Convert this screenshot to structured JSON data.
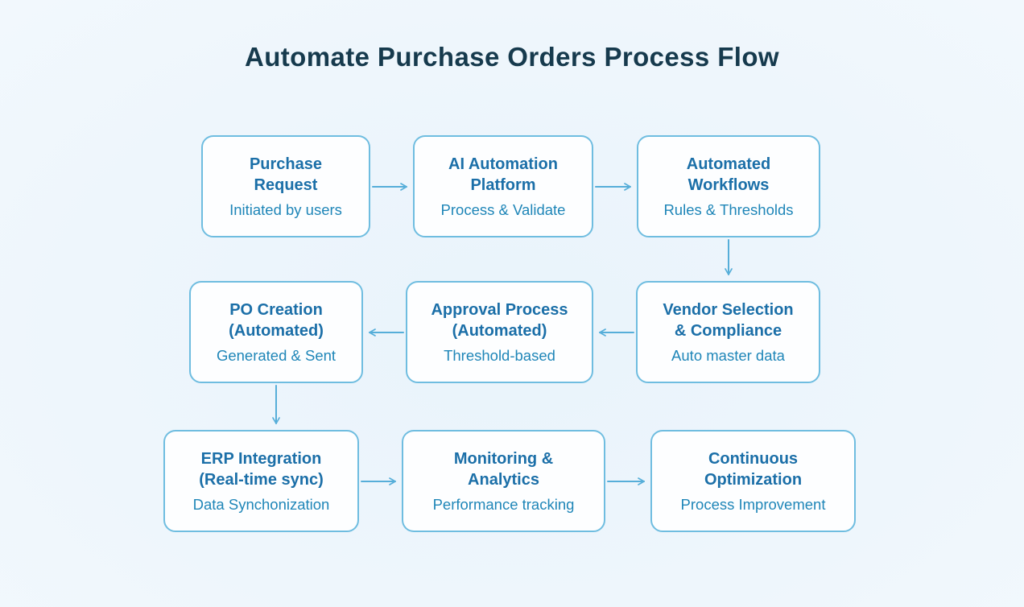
{
  "title": "Automate Purchase Orders Process Flow",
  "colors": {
    "background": "#EEF6FC",
    "box_fill": "#FDFEFF",
    "box_border": "#6FBDE0",
    "arrow": "#56AED9",
    "node_title_text": "#1B6FA8",
    "node_subtitle_text": "#1F86B8",
    "heading_text": "#163A4D"
  },
  "nodes": [
    {
      "id": "purchase-request",
      "title": "Purchase Request",
      "subtitle": "Initiated by users"
    },
    {
      "id": "ai-automation-platform",
      "title": "AI Automation Platform",
      "subtitle": "Process & Validate"
    },
    {
      "id": "automated-workflows",
      "title": "Automated Workflows",
      "subtitle": "Rules & Thresholds"
    },
    {
      "id": "po-creation",
      "title": "PO Creation (Automated)",
      "subtitle": "Generated & Sent"
    },
    {
      "id": "approval-process",
      "title": "Approval Process (Automated)",
      "subtitle": "Threshold-based"
    },
    {
      "id": "vendor-selection-compliance",
      "title": "Vendor Selection & Compliance",
      "subtitle": "Auto master data"
    },
    {
      "id": "erp-integration",
      "title": "ERP Integration (Real-time sync)",
      "subtitle": "Data Synchonization"
    },
    {
      "id": "monitoring-analytics",
      "title": "Monitoring & Analytics",
      "subtitle": "Performance tracking"
    },
    {
      "id": "continuous-optimization",
      "title": "Continuous Optimization",
      "subtitle": "Process Improvement"
    }
  ],
  "edges": [
    {
      "from": "purchase-request",
      "to": "ai-automation-platform"
    },
    {
      "from": "ai-automation-platform",
      "to": "automated-workflows"
    },
    {
      "from": "automated-workflows",
      "to": "vendor-selection-compliance"
    },
    {
      "from": "vendor-selection-compliance",
      "to": "approval-process"
    },
    {
      "from": "approval-process",
      "to": "po-creation"
    },
    {
      "from": "po-creation",
      "to": "erp-integration"
    },
    {
      "from": "erp-integration",
      "to": "monitoring-analytics"
    },
    {
      "from": "monitoring-analytics",
      "to": "continuous-optimization"
    }
  ]
}
